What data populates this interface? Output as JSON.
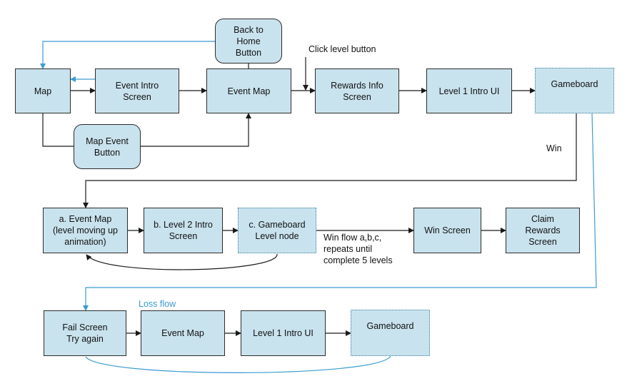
{
  "nodes": {
    "map": "Map",
    "event_intro": "Event Intro\nScreen",
    "event_map": "Event Map",
    "back_home": "Back to\nHome\nButton",
    "map_event_button": "Map Event\nButton",
    "rewards_info": "Rewards Info\nScreen",
    "level1_intro": "Level 1 Intro UI",
    "gameboard": "Gameboard",
    "a_event_map": "a. Event Map\n(level moving up\nanimation)",
    "b_level2_intro": "b. Level 2 Intro\nScreen",
    "c_gameboard": "c. Gameboard\nLevel node",
    "win_screen": "Win Screen",
    "claim_rewards": "Claim\nRewards\nScreen",
    "fail_screen": "Fail Screen\nTry again",
    "loss_event_map": "Event Map",
    "loss_level1_intro": "Level 1 Intro UI",
    "loss_gameboard": "Gameboard"
  },
  "labels": {
    "click_level": "Click level button",
    "win": "Win",
    "win_flow": "Win flow a,b,c,\nrepeats until\ncomplete 5 levels",
    "loss_flow": "Loss flow"
  },
  "colors": {
    "node_fill": "#c9e3ee",
    "line": "#1a1a1a",
    "blue_line": "#3a9bd0"
  }
}
